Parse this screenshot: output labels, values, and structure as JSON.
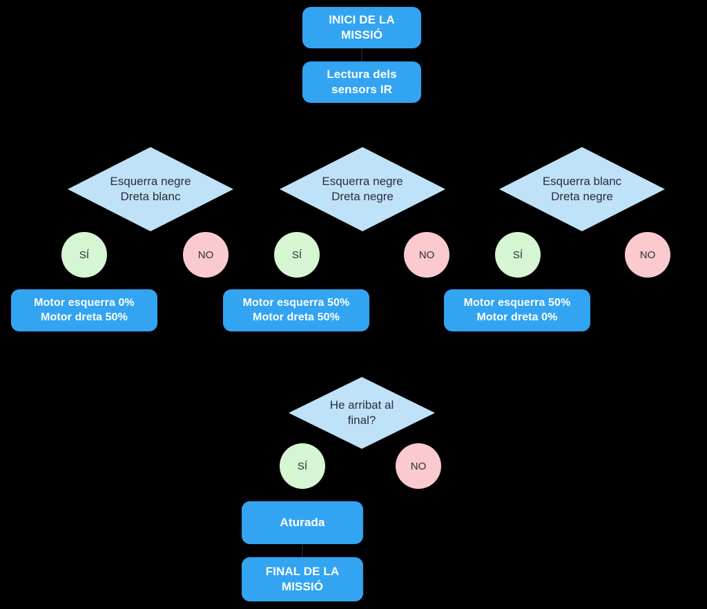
{
  "diagram": {
    "title_text": "INICI DE LA MISSIÓ",
    "language": "ca",
    "colors": {
      "background": "#000000",
      "process_fill": "#32A4F2",
      "process_text": "#FFFFFF",
      "decision_fill": "#BFE2F9",
      "decision_text": "#2B2B38",
      "yes_fill": "#D6F5D3",
      "no_fill": "#FBCACE",
      "branch_text": "#2B2B38"
    },
    "labels": {
      "yes": "SÍ",
      "no": "NO"
    },
    "nodes": {
      "start": {
        "line1": "INICI DE LA",
        "line2": "MISSIÓ"
      },
      "read_sensors": {
        "line1": "Lectura dels",
        "line2": "sensors IR"
      },
      "decision_1": {
        "line1": "Esquerra negre",
        "line2": "Dreta blanc"
      },
      "decision_2": {
        "line1": "Esquerra negre",
        "line2": "Dreta negre"
      },
      "decision_3": {
        "line1": "Esquerra blanc",
        "line2": "Dreta negre"
      },
      "action_1": {
        "line1": "Motor esquerra 0%",
        "line2": "Motor dreta 50%"
      },
      "action_2": {
        "line1": "Motor esquerra 50%",
        "line2": "Motor dreta 50%"
      },
      "action_3": {
        "line1": "Motor esquerra 50%",
        "line2": "Motor dreta 0%"
      },
      "decision_end": {
        "line1": "He arribat al",
        "line2": "final?"
      },
      "stop": {
        "line1": "Aturada"
      },
      "end": {
        "line1": "FINAL DE LA",
        "line2": "MISSIÓ"
      }
    },
    "branches": {
      "d1_yes": "SÍ",
      "d1_no": "NO",
      "d2_yes": "SÍ",
      "d2_no": "NO",
      "d3_yes": "SÍ",
      "d3_no": "NO",
      "dend_yes": "SÍ",
      "dend_no": "NO"
    }
  }
}
